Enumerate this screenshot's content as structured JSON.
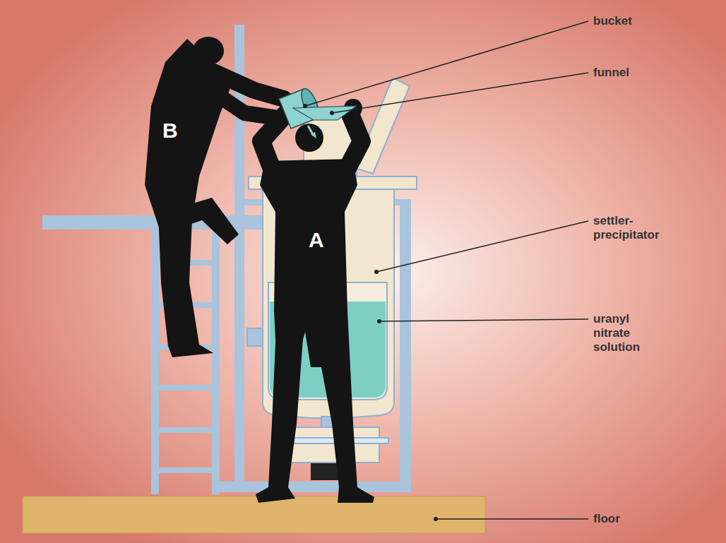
{
  "diagram": {
    "nodes": [
      {
        "text": [
          "B"
        ]
      },
      {
        "text": [
          "A"
        ]
      }
    ],
    "labels": [
      "bucket",
      "funnel",
      "settler-precipitator",
      "uranyl nitrate solution",
      "floor"
    ]
  }
}
